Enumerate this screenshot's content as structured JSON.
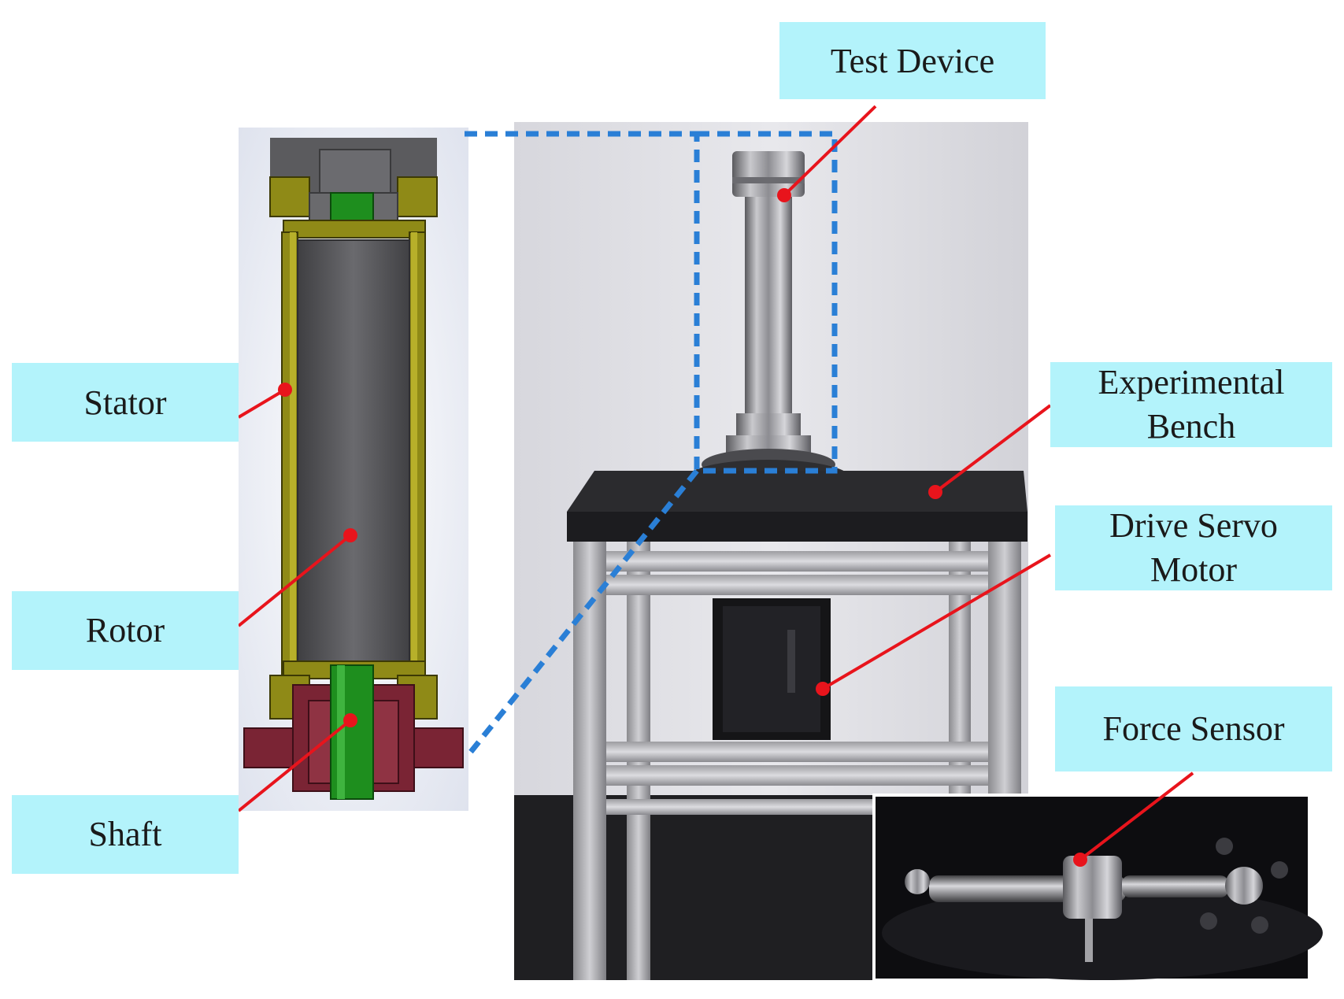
{
  "labels": {
    "test_device": "Test Device",
    "stator": "Stator",
    "rotor": "Rotor",
    "shaft": "Shaft",
    "experimental_bench_line1": "Experimental",
    "experimental_bench_line2": "Bench",
    "drive_servo_motor_line1": "Drive Servo",
    "drive_servo_motor_line2": "Motor",
    "force_sensor": "Force Sensor"
  },
  "colors": {
    "label_box": "#b3f3fb",
    "leader_line": "#e8141c",
    "callout_dashed": "#2a7fd6",
    "stator": "#8f8a17",
    "rotor": "#5a5a5a",
    "shaft": "#1e8e1e",
    "base_flange": "#7a2434",
    "end_cap": "#5c5c5c"
  }
}
